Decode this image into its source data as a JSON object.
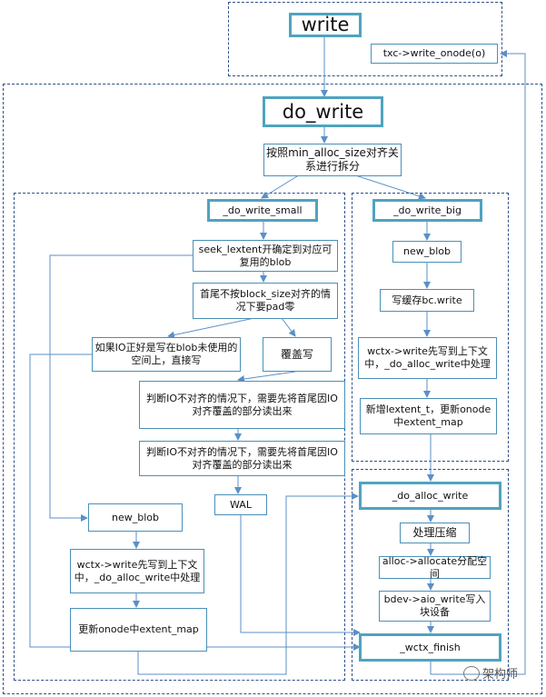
{
  "nodes": {
    "write": "write",
    "txc_write_onode": "txc->write_onode(o)",
    "do_write": "do_write",
    "align_split": "按照min_alloc_size对齐关系进行拆分",
    "do_write_small": "_do_write_small",
    "do_write_big": "_do_write_big",
    "seek_lextent": "seek_lextent开确定到对应可复用的blob",
    "pad_zero": "首尾不按block_size对齐的情况下要pad零",
    "direct_write": "如果IO正好是写在blob未使用的空间上，直接写",
    "overwrite": "覆盖写",
    "read_unaligned_1": "判断IO不对齐的情况下，需要先将首尾因IO对齐覆盖的部分读出来",
    "read_unaligned_2": "判断IO不对齐的情况下，需要先将首尾因IO对齐覆盖的部分读出来",
    "wal": "WAL",
    "new_blob_small": "new_blob",
    "wctx_write_small": "wctx->write先写到上下文中，_do_alloc_write中处理",
    "update_extent_map": "更新onode中extent_map",
    "new_blob_big": "new_blob",
    "write_cache": "写缓存bc.write",
    "wctx_write_big": "wctx->write先写到上下文中，_do_alloc_write中处理",
    "new_lextent": "新增lextent_t，更新onode中extent_map",
    "do_alloc_write": "_do_alloc_write",
    "compress": "处理压缩",
    "alloc_space": "alloc->allocate分配空间",
    "aio_write": "bdev->aio_write写入块设备",
    "wctx_finish": "_wctx_finish"
  },
  "watermark": "架构师",
  "colors": {
    "border": "#4a90b8",
    "thick_border": "#4fa3bf",
    "arrow": "#5b8fc7",
    "dash": "#2e4f8a"
  }
}
